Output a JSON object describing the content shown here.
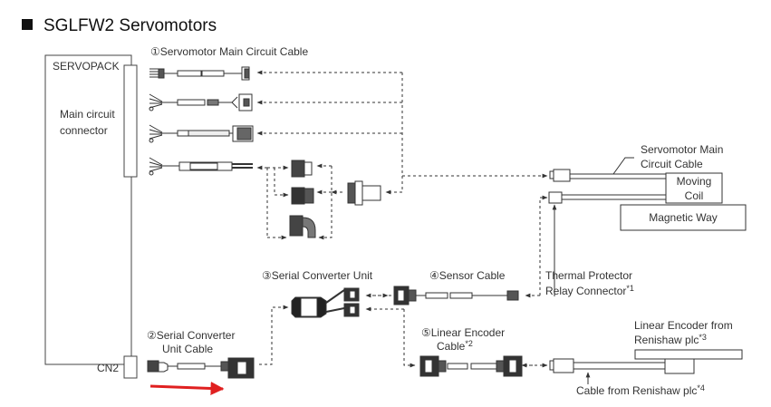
{
  "title": "SGLFW2 Servomotors",
  "servopack": {
    "label": "SERVOPACK",
    "main_circuit_connector_line1": "Main circuit",
    "main_circuit_connector_line2": "connector",
    "cn2_label": "CN2"
  },
  "cables": {
    "c1_label": "①Servomotor Main Circuit Cable",
    "c2_label_line1": "②Serial Converter",
    "c2_label_line2": "Unit Cable",
    "c3_label": "③Serial Converter Unit",
    "c4_label": "④Sensor Cable",
    "c5_label_line1": "⑤Linear Encoder",
    "c5_label_line2": "Cable",
    "c5_note": "*2"
  },
  "motor": {
    "main_cable_line1": "Servomotor Main",
    "main_cable_line2": "Circuit Cable",
    "moving_coil_line1": "Moving",
    "moving_coil_line2": "Coil",
    "magnetic_way": "Magnetic Way",
    "thermal_line1": "Thermal Protector",
    "thermal_line2": "Relay Connector",
    "thermal_note": "*1"
  },
  "encoder": {
    "linear_encoder_line1": "Linear Encoder from",
    "linear_encoder_line2": "Renishaw plc",
    "linear_encoder_note": "*3",
    "cable_from": "Cable from Renishaw plc",
    "cable_from_note": "*4"
  },
  "colors": {
    "line": "#333333",
    "arrow_highlight": "#e02020"
  }
}
